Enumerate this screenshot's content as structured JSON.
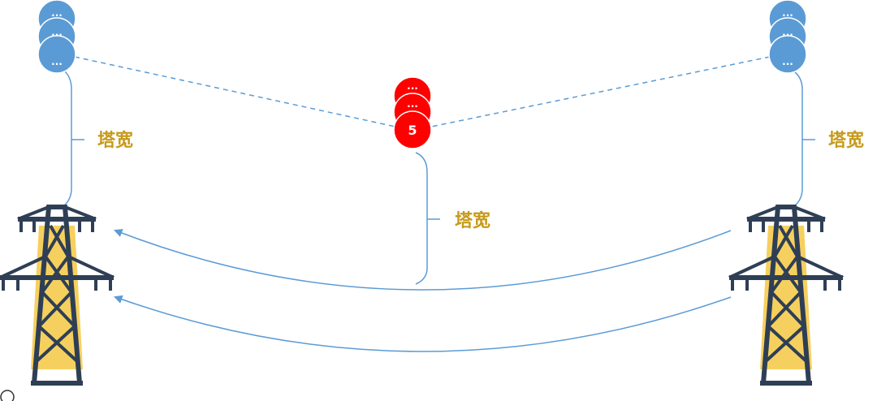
{
  "labels": {
    "left_width": "塔宽",
    "center_width": "塔宽",
    "right_width": "塔宽"
  },
  "nodes": {
    "left_top": "...",
    "left_mid": "...",
    "left_bottom": "...",
    "right_top": "...",
    "right_mid": "...",
    "right_bottom": "...",
    "center_top": "...",
    "center_mid": "...",
    "center_bottom": "5"
  },
  "colors": {
    "blue_node": "#5b9bd5",
    "red_node": "#ff0000",
    "line": "#5b9bd5",
    "label": "#c79a1a",
    "tower_frame": "#2e3f55",
    "tower_fill": "#f5c842"
  }
}
